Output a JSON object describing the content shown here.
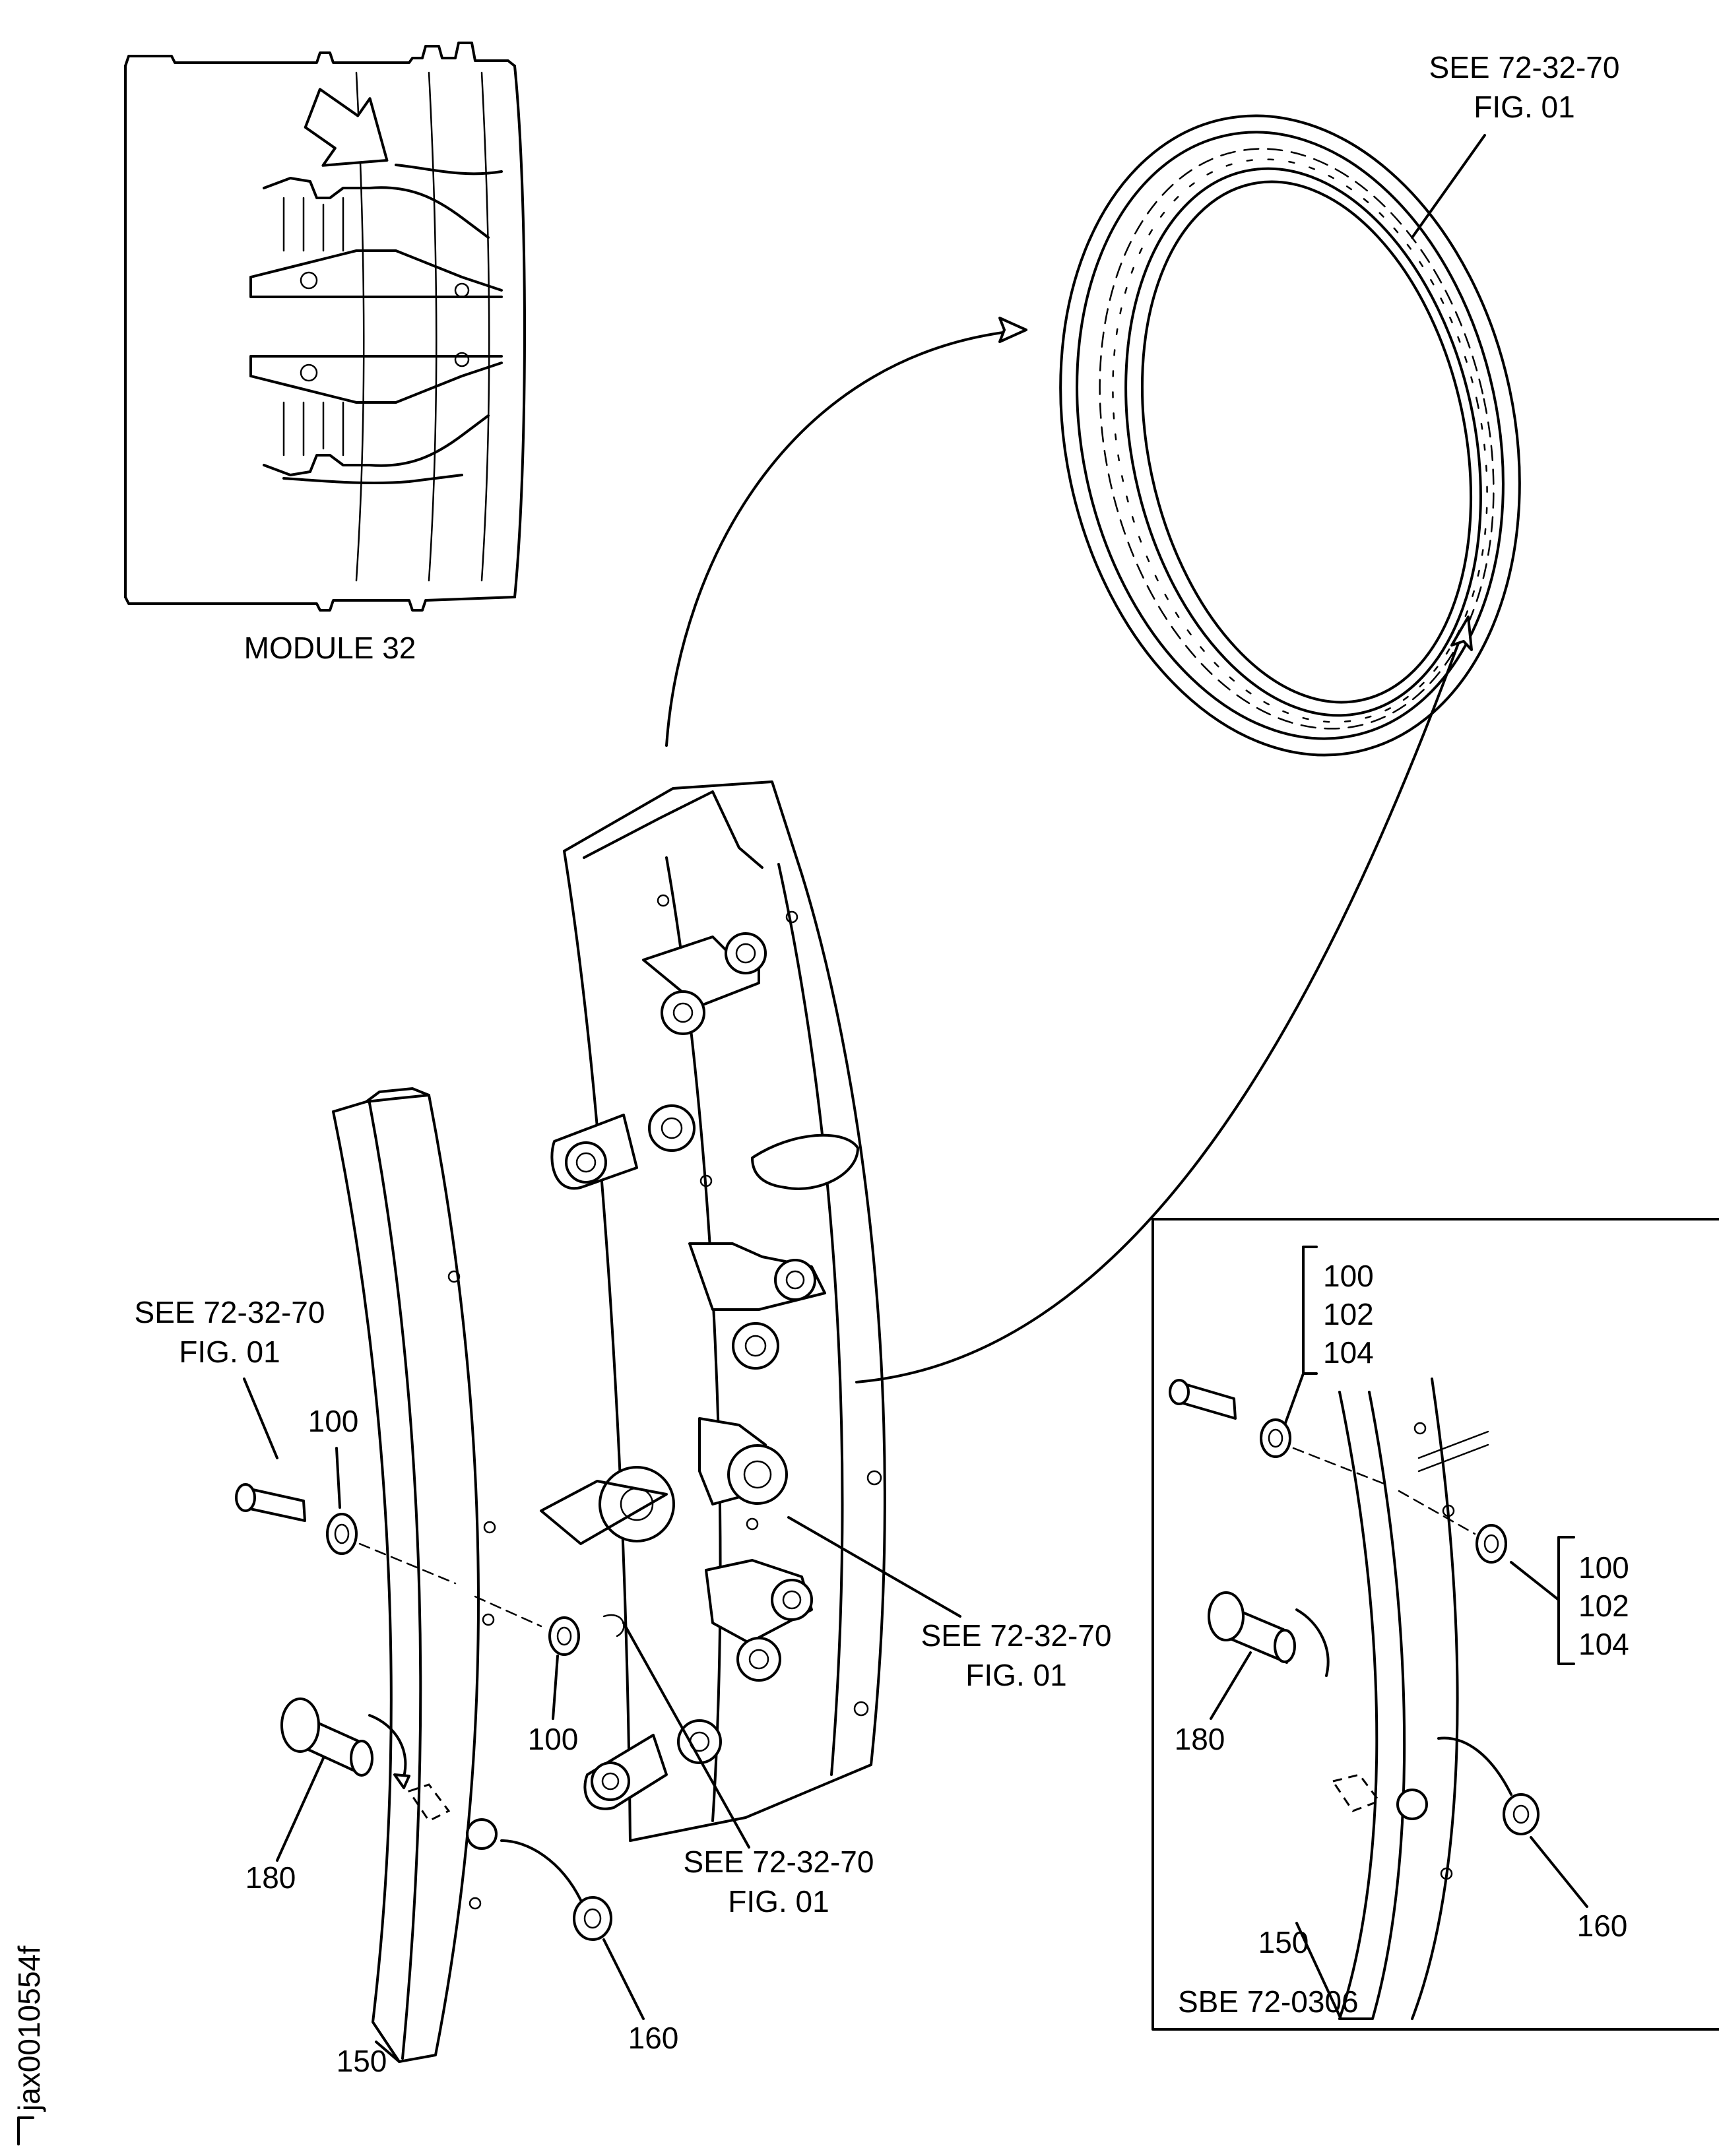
{
  "module_label": "MODULE 32",
  "ring_ref": {
    "line1": "SEE 72-32-70",
    "line2": "FIG. 01"
  },
  "ref_left": {
    "line1": "SEE 72-32-70",
    "line2": "FIG. 01"
  },
  "ref_mid": {
    "line1": "SEE 72-32-70",
    "line2": "FIG. 01"
  },
  "ref_bottom": {
    "line1": "SEE 72-32-70",
    "line2": "FIG. 01"
  },
  "items": {
    "washer_top": "100",
    "washer_bottom": "100",
    "bolt": "180",
    "lever": "150",
    "nut": "160"
  },
  "inset": {
    "group_top": [
      "100",
      "102",
      "104"
    ],
    "group_right": [
      "100",
      "102",
      "104"
    ],
    "bolt": "180",
    "lever": "150",
    "nut": "160",
    "caption": "SBE 72-0306"
  },
  "figure_id": "jax0010554f"
}
